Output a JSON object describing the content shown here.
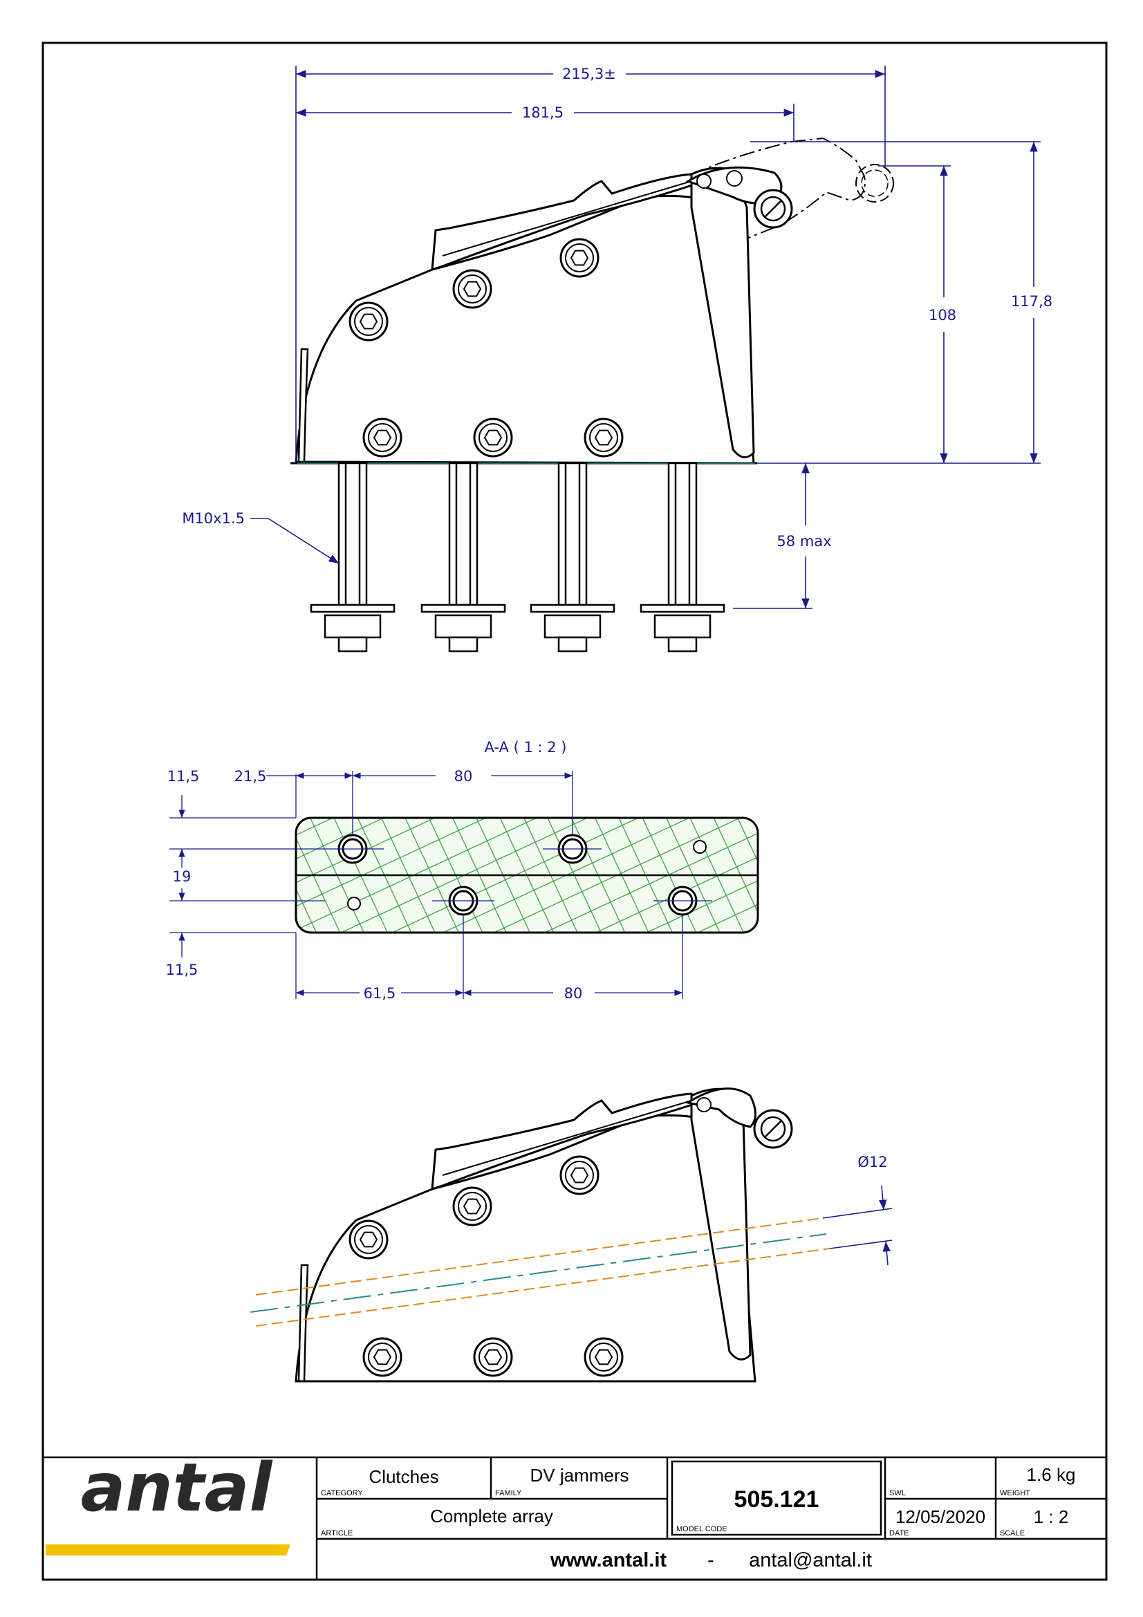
{
  "dimensions": {
    "top_view": {
      "overall_length": "215,3±",
      "body_length": "181,5",
      "height_108": "108",
      "height_117_8": "117,8",
      "thread": "M10x1.5",
      "bolt_max": "58 max"
    },
    "section": {
      "title": "A-A ( 1 : 2 )",
      "top_offset": "11,5",
      "left_offset": "21,5",
      "top_spacing": "80",
      "middle": "19",
      "bottom_offset": "11,5",
      "bottom_left": "61,5",
      "bottom_spacing": "80"
    },
    "side_view": {
      "rope_diameter": "Ø12"
    }
  },
  "title_block": {
    "logo_text": "antal",
    "logo_accent_color": "#f5c000",
    "category_value": "Clutches",
    "category_label": "CATEGORY",
    "family_value": "DV jammers",
    "family_label": "FAMILY",
    "article_value": "Complete array",
    "article_label": "ARTICLE",
    "model_code_value": "505.121",
    "model_code_label": "MODEL CODE",
    "swl_label": "SWL",
    "weight_value": "1.6 kg",
    "weight_label": "WEIGHT",
    "date_value": "12/05/2020",
    "date_label": "DATE",
    "scale_value": "1 : 2",
    "scale_label": "SCALE",
    "website": "www.antal.it",
    "separator": "-",
    "email": "antal@antal.it"
  }
}
